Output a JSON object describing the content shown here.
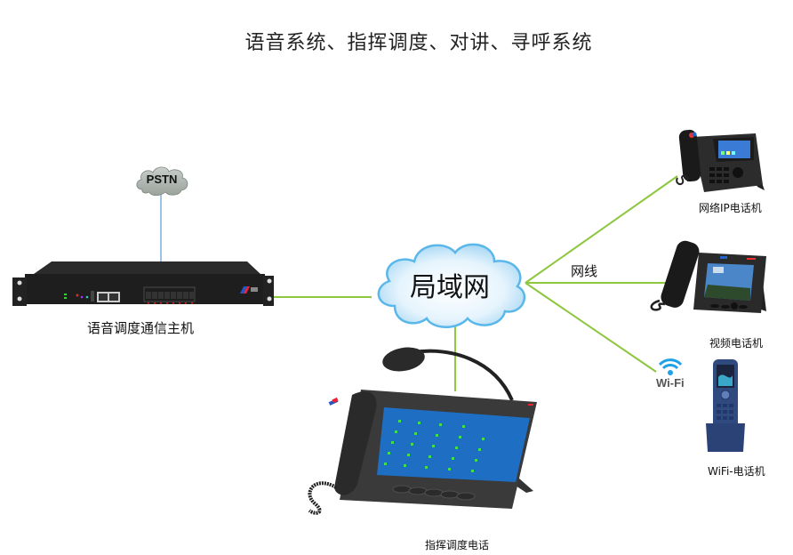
{
  "title": "语音系统、指挥调度、对讲、寻呼系统",
  "nodes": {
    "pstn": {
      "label": "PSTN"
    },
    "host": {
      "label": "语音调度通信主机"
    },
    "lan": {
      "label": "局域网"
    },
    "ip_phone": {
      "label": "网络IP电话机"
    },
    "video_phone": {
      "label": "视频电话机"
    },
    "wifi_phone": {
      "label": "WiFi-电话机"
    },
    "dispatch_phone": {
      "label": "指挥调度电话"
    },
    "wifi_icon": {
      "label": "Wi-Fi"
    }
  },
  "edges": {
    "cable_label": "网线",
    "line_color": "#8dc63f",
    "pstn_line_color": "#5b9bd5"
  }
}
